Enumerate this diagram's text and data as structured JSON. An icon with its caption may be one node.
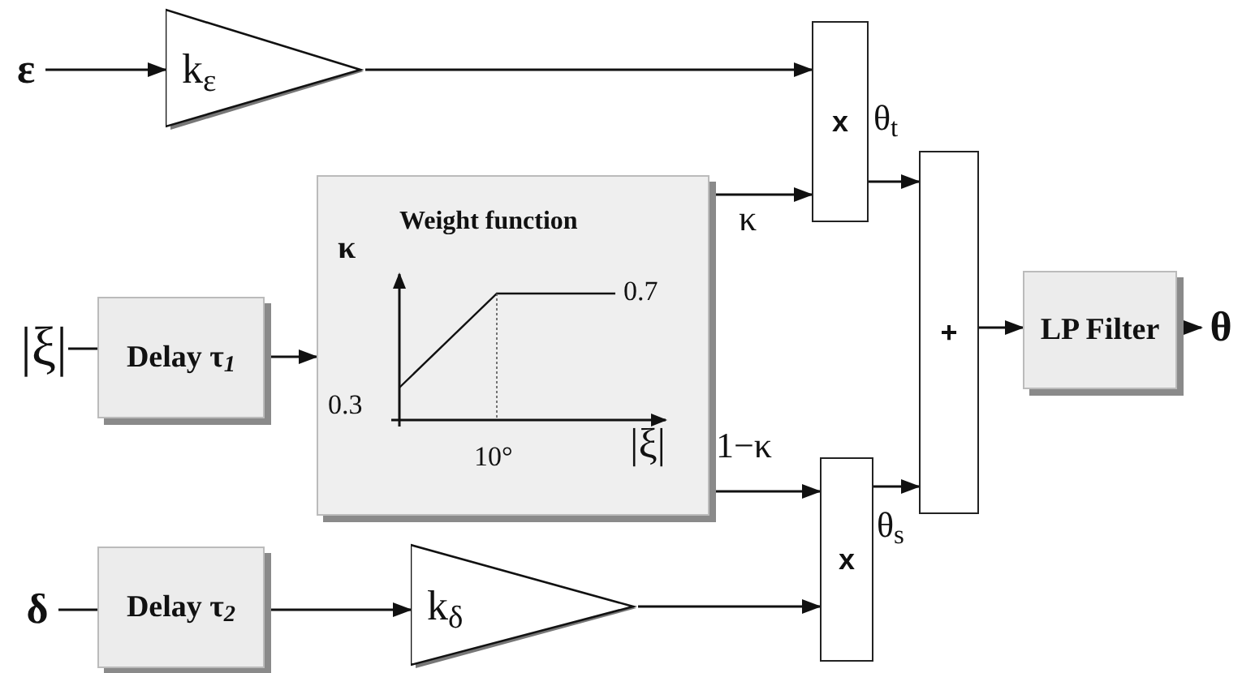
{
  "diagram": {
    "nodes": [
      {
        "text": [
          "ε"
        ]
      },
      {
        "text": [
          "k$_{ε}$"
        ]
      },
      {
        "text": [
          "x"
        ]
      },
      {
        "text": [
          "|ξ|"
        ]
      },
      {
        "text": [
          "Delay τ$_{1}$"
        ]
      },
      {
        "text": [
          "Weight function",
          "κ",
          "0.7",
          "0.3",
          "10°",
          "|ξ|"
        ]
      },
      {
        "text": [
          "+"
        ]
      },
      {
        "text": [
          "LP Filter"
        ]
      },
      {
        "text": [
          "θ"
        ]
      },
      {
        "text": [
          "x"
        ]
      },
      {
        "text": [
          "δ"
        ]
      },
      {
        "text": [
          "Delay τ$_{2}$"
        ]
      },
      {
        "text": [
          "k$_{δ}$"
        ]
      }
    ],
    "edges": [
      {
        "from": 0,
        "to": 1,
        "arrow": "to"
      },
      {
        "from": 1,
        "to": 2,
        "arrow": "to"
      },
      {
        "from": 3,
        "to": 4,
        "arrow": "none"
      },
      {
        "from": 4,
        "to": 5,
        "arrow": "to"
      },
      {
        "from": 5,
        "to": 2,
        "arrow": "to",
        "label": "κ"
      },
      {
        "from": 2,
        "to": 6,
        "arrow": "to",
        "label": "θ$_{t}$"
      },
      {
        "from": 5,
        "to": 9,
        "arrow": "to",
        "label": "1−κ"
      },
      {
        "from": 9,
        "to": 6,
        "arrow": "to",
        "label": "θ$_{s}$"
      },
      {
        "from": 6,
        "to": 7,
        "arrow": "to"
      },
      {
        "from": 7,
        "to": 8,
        "arrow": "to"
      },
      {
        "from": 10,
        "to": 11,
        "arrow": "none"
      },
      {
        "from": 11,
        "to": 12,
        "arrow": "to"
      },
      {
        "from": 12,
        "to": 9,
        "arrow": "to"
      }
    ]
  }
}
